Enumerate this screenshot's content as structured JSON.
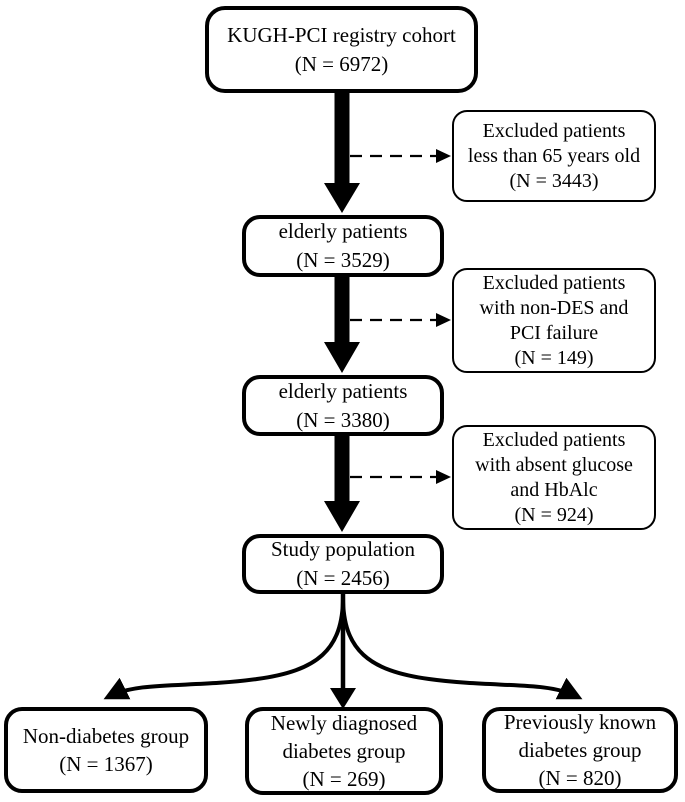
{
  "diagram": {
    "type": "flowchart",
    "background_color": "#ffffff",
    "line_color": "#000000",
    "nodes": {
      "cohort": {
        "text": "KUGH-PCI registry cohort\n(N = 6972)"
      },
      "excl1": {
        "text": "Excluded patients\nless than 65 years old\n(N = 3443)"
      },
      "elderly1": {
        "text": "elderly patients\n(N = 3529)"
      },
      "excl2": {
        "text": "Excluded patients\nwith non-DES and\nPCI failure\n(N = 149)"
      },
      "elderly2": {
        "text": "elderly patients\n(N = 3380)"
      },
      "excl3": {
        "text": "Excluded patients\nwith absent glucose\nand HbAlc\n(N = 924)"
      },
      "study": {
        "text": "Study population\n(N = 2456)"
      },
      "nondm": {
        "text": "Non-diabetes group\n(N = 1367)"
      },
      "newdm": {
        "text": "Newly diagnosed\ndiabetes group\n(N = 269)"
      },
      "prevdm": {
        "text": "Previously known\ndiabetes group\n(N = 820)"
      }
    },
    "edges": [
      {
        "from": "cohort",
        "to": "elderly1",
        "style": "thick-solid"
      },
      {
        "from": "cohort",
        "to": "excl1",
        "style": "dashed"
      },
      {
        "from": "elderly1",
        "to": "elderly2",
        "style": "thick-solid"
      },
      {
        "from": "elderly1",
        "to": "excl2",
        "style": "dashed"
      },
      {
        "from": "elderly2",
        "to": "study",
        "style": "thick-solid"
      },
      {
        "from": "elderly2",
        "to": "excl3",
        "style": "dashed"
      },
      {
        "from": "study",
        "to": "nondm",
        "style": "curved-solid"
      },
      {
        "from": "study",
        "to": "newdm",
        "style": "straight-solid"
      },
      {
        "from": "study",
        "to": "prevdm",
        "style": "curved-solid"
      }
    ]
  }
}
